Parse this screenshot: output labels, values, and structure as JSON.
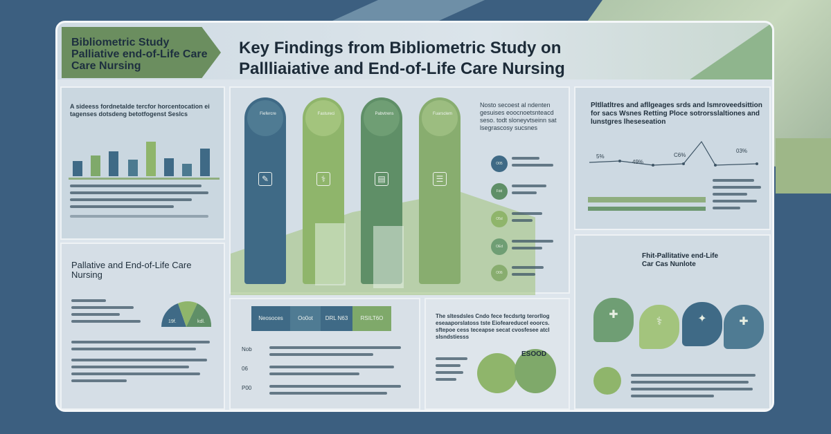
{
  "header": {
    "tag_lines": [
      "Bibliometric Study",
      "Palliative end-of-Life Care",
      "Care Nursing"
    ],
    "title_line1": "Key Findings from Bibliometric Study on",
    "title_line2": "Pallliaiative and End-of-Life Care Nursing"
  },
  "panel_bars": {
    "heading": "A sideess fordnetalde tercfor horcentocation ei tagenses dotsdeng betotfogenst Seslcs"
  },
  "panel_palliative": {
    "title_line1": "Pallative and End-of-Life Care",
    "title_line2": "Nursing",
    "gauge_left": "19f.",
    "gauge_right": "kdl."
  },
  "panel_pillars": {
    "pills": [
      {
        "label": "Fiefercre",
        "color": "#3f6a86"
      },
      {
        "label": "Fastureci",
        "color": "#8fb56b"
      },
      {
        "label": "Pabvtrens",
        "color": "#5f8f67"
      },
      {
        "label": "Fuarsclem",
        "color": "#88ad6f"
      }
    ],
    "nodes": [
      "O05",
      "Fdd",
      "O5d",
      "OEd",
      "O06"
    ],
    "side_heading": "Nosto secoest al ndenten gesuises eoocnoetsnteacd seso. todt sloneyvtseinn sat lsegrascosy sucsnes"
  },
  "panel_tabs": {
    "tabs": [
      "Neosoces",
      "Oo0ot",
      "DRL N63",
      "RSILT6O"
    ],
    "rows": [
      "Nob",
      "06",
      "P00"
    ]
  },
  "panel_bubbles": {
    "heading": "The sltesdsles Cndo fece fecdsrtg terorllog eseaaporslatoss tste Eiofeareducel eoorcs. sftepoe cess teceapse secat cvosfesee atcl slsndstiesss",
    "bubble_label": "ESOOD"
  },
  "panel_line": {
    "heading": "Pltllatltres and afllgeages srds and lsmroveedsittion for sacs Wsnes Retting Ploce sotrorsslaltiones and lunstgres lheseseation",
    "labels": [
      "5%",
      "C6%",
      "49%",
      "03%"
    ]
  },
  "panel_speech": {
    "title_line1": "Fhit-Pallitative end-Life",
    "title_line2": "Car Cas Nunlote",
    "icons": [
      "✚",
      "⚕",
      "✦",
      "✚"
    ]
  }
}
